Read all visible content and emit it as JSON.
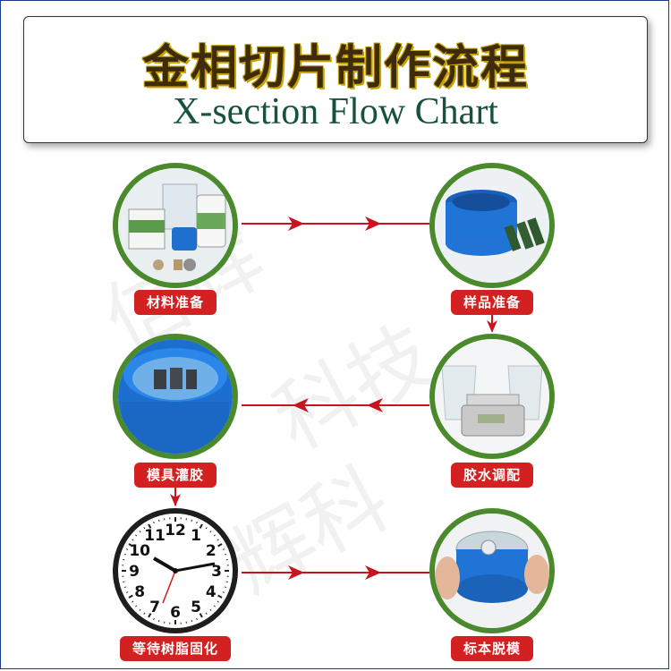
{
  "title": {
    "cn": "金相切片制作流程",
    "en": "X-section Flow Chart"
  },
  "steps": [
    {
      "label": "材料准备",
      "icon": "materials-image"
    },
    {
      "label": "样品准备",
      "icon": "sample-mold-image"
    },
    {
      "label": "胶水调配",
      "icon": "scale-and-cups-image"
    },
    {
      "label": "模具灌胶",
      "icon": "filled-mold-image"
    },
    {
      "label": "等待树脂固化",
      "icon": "clock-image"
    },
    {
      "label": "标本脱模",
      "icon": "demold-image"
    }
  ],
  "watermark": "信辉科技",
  "clock": {
    "numbers": [
      "12",
      "1",
      "2",
      "3",
      "4",
      "5",
      "6",
      "7",
      "8",
      "9",
      "10",
      "11"
    ]
  },
  "colors": {
    "arrow": "#c8141e",
    "ring": "#4b8a2c",
    "label_bg": "#d32020",
    "title_en": "#17523a"
  }
}
